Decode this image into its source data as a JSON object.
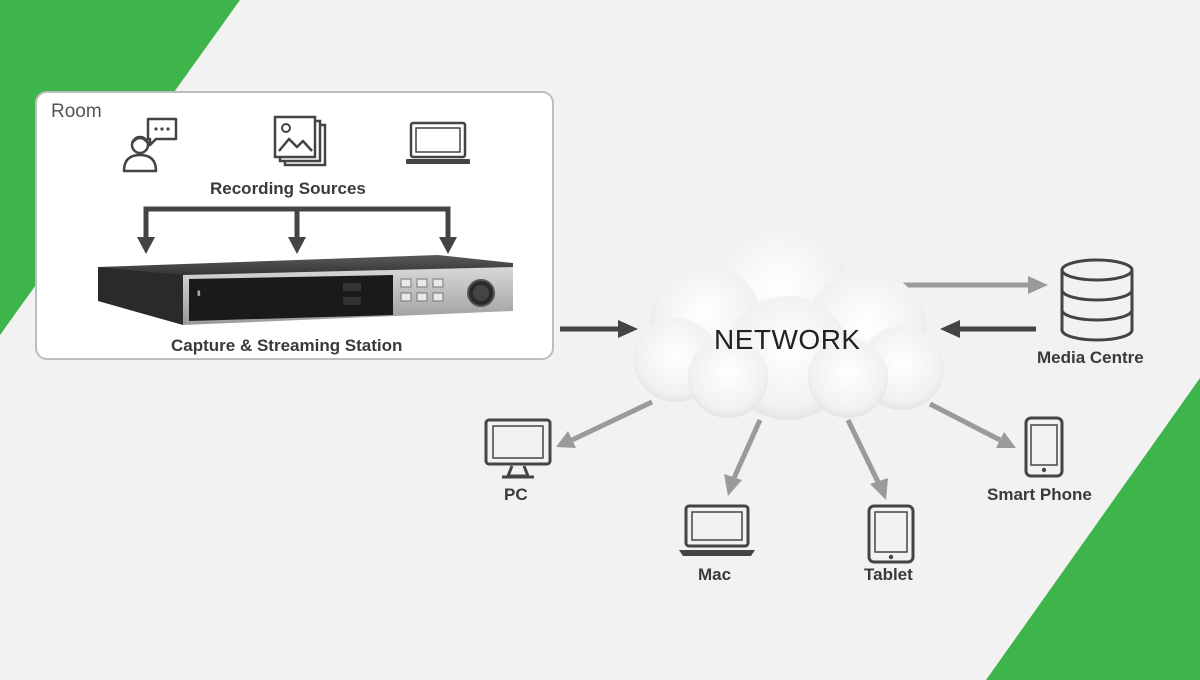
{
  "room": {
    "title": "Room"
  },
  "recording_sources": {
    "label": "Recording Sources",
    "icons": [
      "presenter-speech-icon",
      "image-gallery-icon",
      "laptop-icon"
    ]
  },
  "station": {
    "label": "Capture & Streaming Station"
  },
  "network": {
    "label": "NETWORK"
  },
  "endpoints": {
    "media_centre": "Media Centre",
    "pc": "PC",
    "mac": "Mac",
    "tablet": "Tablet",
    "smart_phone": "Smart Phone"
  },
  "colors": {
    "accent_green": "#3db54a",
    "arrow_dark": "#444444",
    "arrow_light": "#9a9a9a"
  }
}
